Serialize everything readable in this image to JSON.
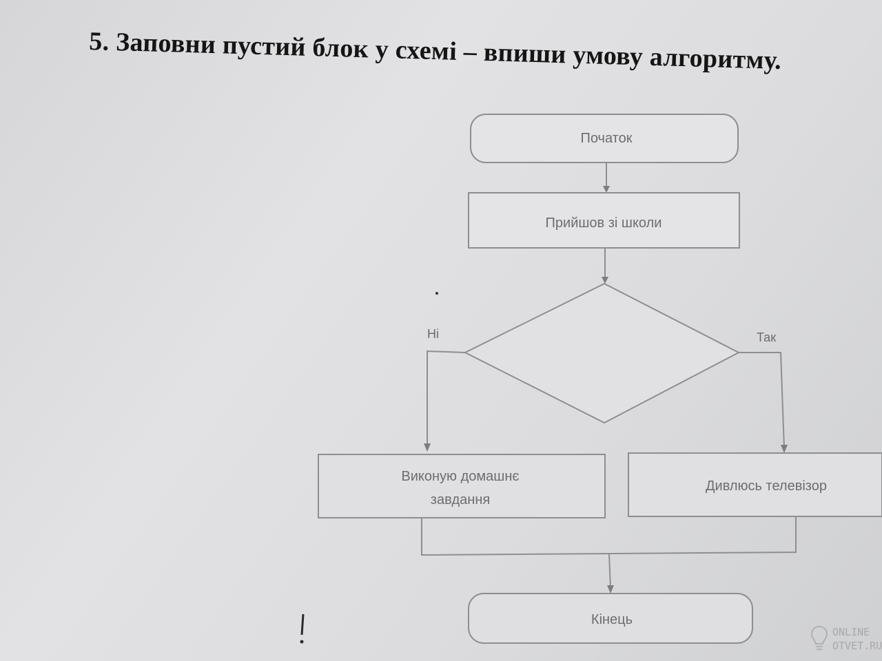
{
  "task": {
    "title": "5. Заповни пустий блок у схемі – впиши умову алгоритму."
  },
  "flowchart": {
    "start": "Початок",
    "step1": "Прийшов зі школи",
    "decision": "",
    "branch_no": "Ні",
    "branch_yes": "Так",
    "action_no_line1": "Виконую домашнє",
    "action_no_line2": "завдання",
    "action_yes": "Дивлюсь телевізор",
    "end": "Кінець"
  },
  "watermark": {
    "line1": "ONLINE",
    "line2": "OTVET.RU",
    "icon": "lightbulb-icon"
  }
}
